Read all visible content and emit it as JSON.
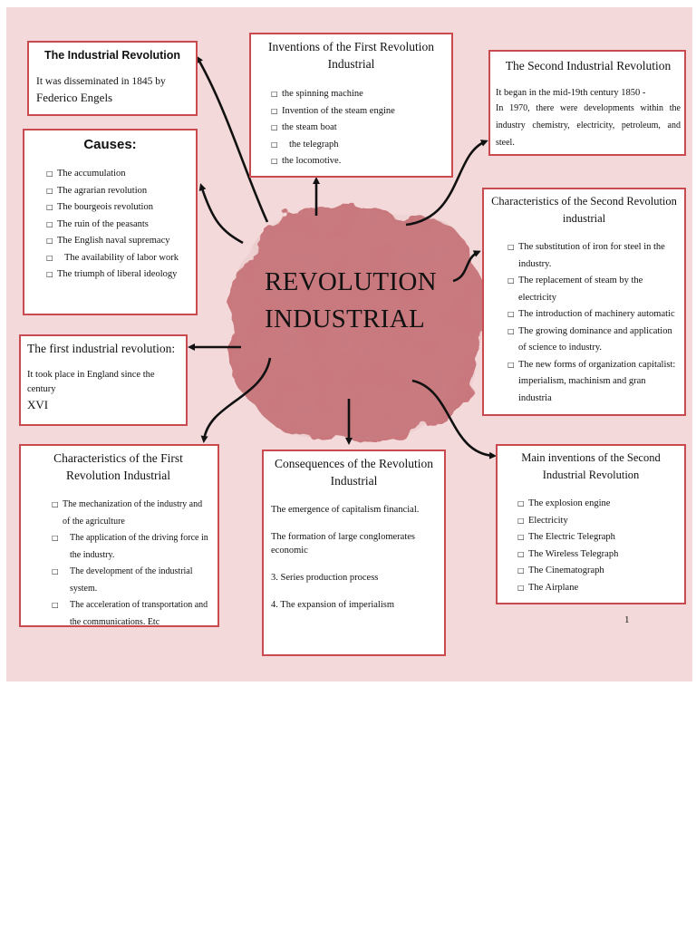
{
  "center": {
    "line1": "REVOLUTION",
    "line2": "INDUSTRIAL"
  },
  "industrial_revolution": {
    "title": "The Industrial Revolution",
    "line1": "It was disseminated in 1845 by",
    "line2": "Federico Engels"
  },
  "causes": {
    "title": "Causes:",
    "items": [
      "The accumulation",
      "The agrarian revolution",
      "The bourgeois revolution",
      "The ruin of the peasants",
      "The English naval supremacy",
      "The availability of labor work",
      "The triumph of liberal ideology"
    ]
  },
  "first_revolution": {
    "title": "The first industrial revolution:",
    "line1": "It took place in England since the century",
    "line2": "XVI"
  },
  "inventions_first": {
    "title": "Inventions of the First Revolution Industrial",
    "items": [
      "the spinning machine",
      "Invention of the steam engine",
      "the steam boat",
      "the telegraph",
      "the locomotive."
    ]
  },
  "second_revolution": {
    "title": "The Second Industrial Revolution",
    "line1": "It began in the mid-19th century 1850 -",
    "line2": "In 1970, there were developments within the industry chemistry, electricity, petroleum, and steel."
  },
  "characteristics_second": {
    "title": "Characteristics of the Second Revolution industrial",
    "items": [
      "The substitution of iron for steel in the industry.",
      "The replacement of steam by the electricity",
      "The introduction of machinery automatic",
      "The growing dominance and application of science to industry.",
      "The new forms of organization capitalist: imperialism, machinism and gran industria"
    ]
  },
  "characteristics_first": {
    "title": "Characteristics of the First Revolution Industrial",
    "items": [
      "The mechanization of the industry and of the agriculture",
      "The application of the driving force in the industry.",
      "The development of the industrial system.",
      "The acceleration of transportation and the communications. Etc"
    ]
  },
  "consequences": {
    "title": "Consequences of the Revolution Industrial",
    "p1": "The emergence of capitalism financial.",
    "p2": "The formation of large conglomerates economic",
    "p3": "3. Series production process",
    "p4": "4. The expansion of imperialism"
  },
  "inventions_second": {
    "title": "Main inventions of the Second Industrial Revolution",
    "items": [
      "The explosion engine",
      "Electricity",
      "The Electric Telegraph",
      "The Wireless Telegraph",
      "The Cinematograph",
      "The Airplane"
    ]
  },
  "page_number": "1",
  "colors": {
    "background": "#f3d9d9",
    "border": "#c94a4f",
    "blob": "#c9777b"
  }
}
